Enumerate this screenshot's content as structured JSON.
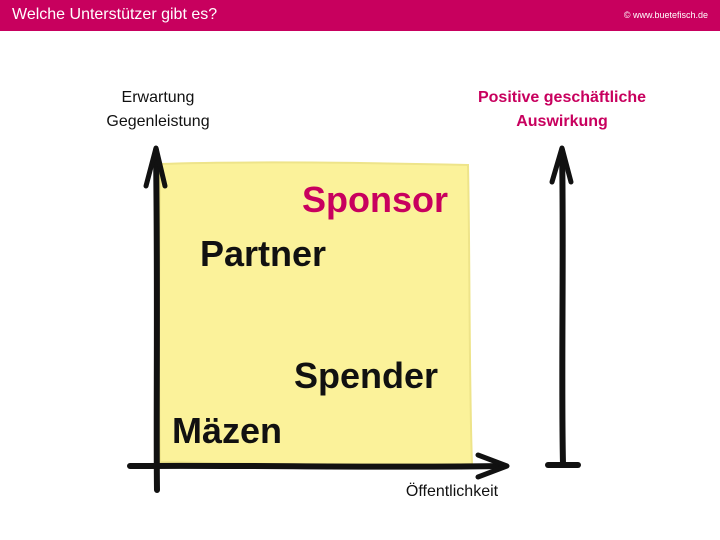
{
  "header": {
    "title": "Welche Unterstützer gibt es?",
    "credit": "© www.buetefisch.de"
  },
  "diagram": {
    "y_axis_label": [
      "Erwartung",
      "Gegenleistung"
    ],
    "x_axis_label": "Öffentlichkeit",
    "impact_label": [
      "Positive geschäftliche",
      "Auswirkung"
    ],
    "supporter_types": {
      "sponsor": "Sponsor",
      "partner": "Partner",
      "spender": "Spender",
      "maezen": "Mäzen"
    }
  },
  "colors": {
    "brand": "#c8005e",
    "quadrant_fill": "#fbf29a",
    "quadrant_stroke": "#eee48a",
    "ink": "#111111"
  }
}
